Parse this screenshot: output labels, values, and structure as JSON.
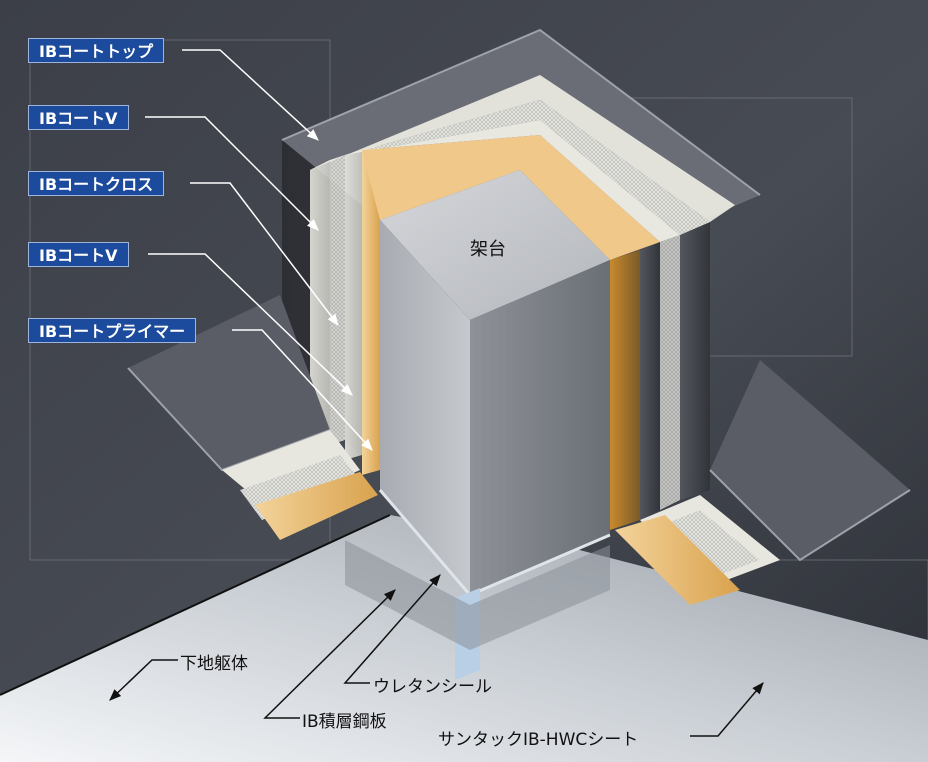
{
  "layer_labels": [
    "IBコートトップ",
    "IBコートV",
    "IBコートクロス",
    "IBコートV",
    "IBコートプライマー"
  ],
  "center_label": "架台",
  "bottom_labels": [
    "下地躯体",
    "ウレタンシール",
    "IB積層鋼板",
    "サンタックIB-HWCシート"
  ],
  "colors": {
    "label_bg": "#1c4a9c",
    "label_text": "#ffffff",
    "primer_layer": "#e6b870"
  }
}
